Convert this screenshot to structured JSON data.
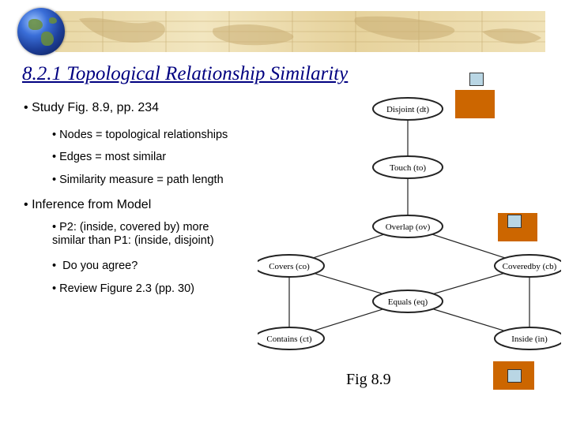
{
  "title": "8.2.1 Topological Relationship Similarity",
  "bullets": [
    {
      "level": 1,
      "text": "Study Fig. 8.9, pp. 234"
    },
    {
      "level": 2,
      "text": "Nodes = topological relationships"
    },
    {
      "level": 2,
      "text": "Edges = most similar"
    },
    {
      "level": 2,
      "text": "Similarity measure = path length"
    },
    {
      "level": 1,
      "text": "Inference from Model"
    },
    {
      "level": 2,
      "text_line1": "P2: (inside, covered by) more",
      "text_line2": "similar than P1: (inside, disjoint)"
    },
    {
      "level": 2,
      "text": " Do you agree?"
    },
    {
      "level": 2,
      "text": "Review Figure 2.3 (pp. 30)"
    }
  ],
  "bullet_symbol": "•",
  "diagram": {
    "nodes": [
      {
        "id": "dt",
        "label": "Disjoint (dt)"
      },
      {
        "id": "to",
        "label": "Touch (to)"
      },
      {
        "id": "ov",
        "label": "Overlap (ov)"
      },
      {
        "id": "co",
        "label": "Covers (co)"
      },
      {
        "id": "cb",
        "label": "Coveredby (cb)"
      },
      {
        "id": "eq",
        "label": "Equals (eq)"
      },
      {
        "id": "ct",
        "label": "Contains (ct)"
      },
      {
        "id": "in",
        "label": "Inside (in)"
      }
    ],
    "edges": [
      [
        "dt",
        "to"
      ],
      [
        "to",
        "ov"
      ],
      [
        "ov",
        "co"
      ],
      [
        "ov",
        "cb"
      ],
      [
        "co",
        "eq"
      ],
      [
        "cb",
        "eq"
      ],
      [
        "co",
        "ct"
      ],
      [
        "eq",
        "ct"
      ],
      [
        "eq",
        "in"
      ],
      [
        "cb",
        "in"
      ]
    ]
  },
  "caption": "Fig 8.9",
  "colors": {
    "title": "#000080",
    "accent_square": "#cc6600",
    "inner_square": "#b9d6e4"
  },
  "icons": [
    "globe-icon",
    "map-banner"
  ]
}
